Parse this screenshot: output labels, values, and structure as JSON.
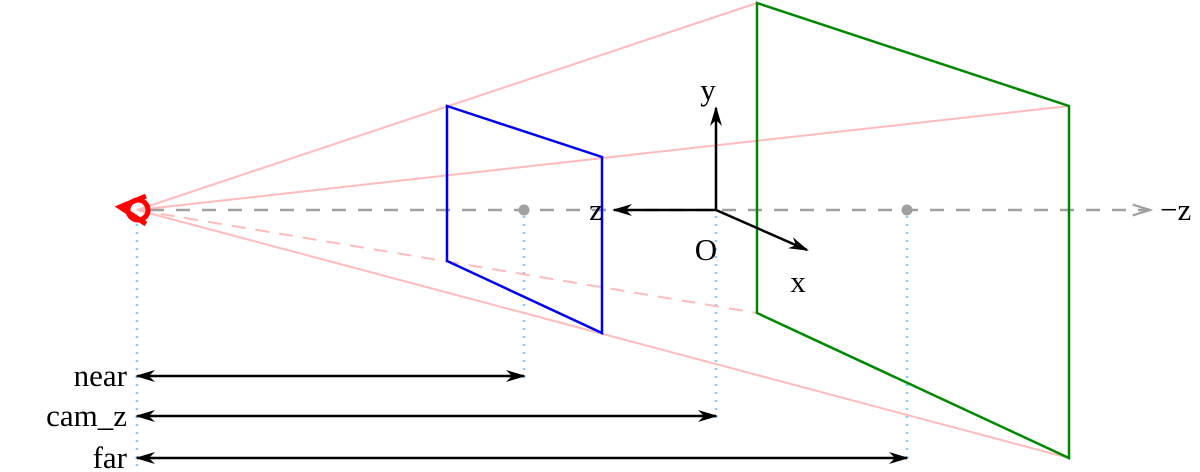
{
  "labels": {
    "y_axis": "y",
    "z_axis": "z",
    "x_axis": "x",
    "origin": "O",
    "neg_z": "−z",
    "near": "near",
    "cam_z": "cam_z",
    "far": "far"
  },
  "colors": {
    "frustum_edges": "#ffbbbb",
    "near_plane": "#0000ee",
    "far_plane": "#008800",
    "guide_lines": "#88ccff",
    "view_axis": "#a0a0a0",
    "eye": "#ff0000"
  },
  "icons": {
    "eye": "eye-camera-icon"
  }
}
